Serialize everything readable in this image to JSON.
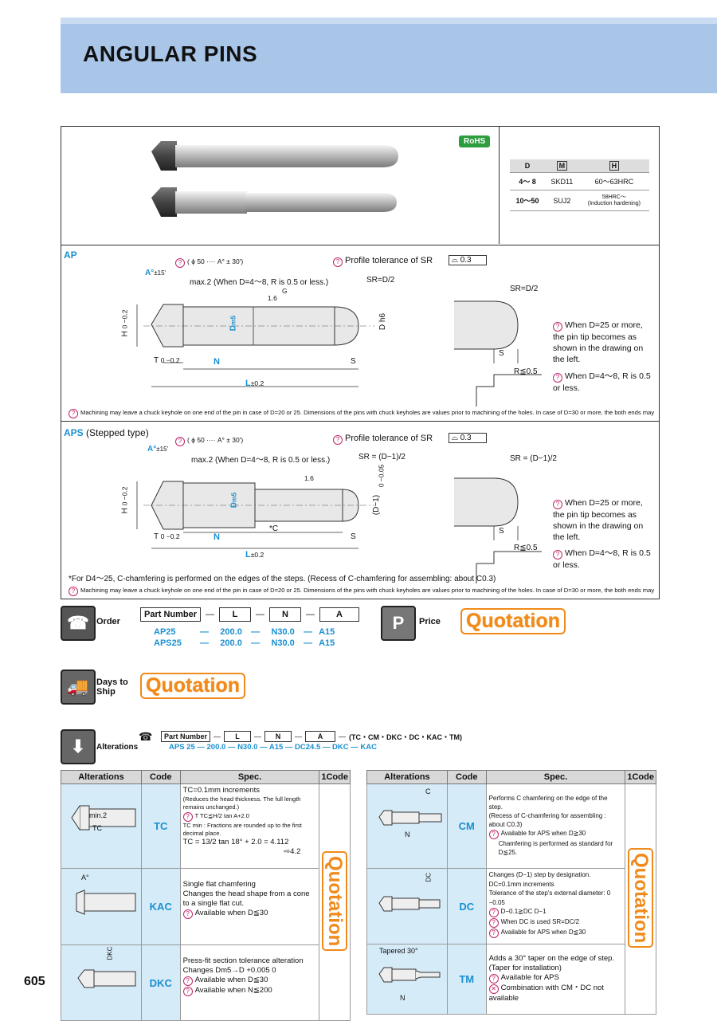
{
  "page": {
    "title": "ANGULAR PINS",
    "page_number": "605"
  },
  "product": {
    "rohs": "RoHS",
    "material_table": {
      "headers": [
        "D",
        "M",
        "H"
      ],
      "rows": [
        [
          "4～ 8",
          "SKD11",
          "60～63HRC"
        ],
        [
          "10～50",
          "SUJ2",
          "58HRC～",
          "(Induction hardening)"
        ]
      ]
    }
  },
  "ap": {
    "label": "AP",
    "angle_note": "( ϕ 50 ···· A° ± 30')",
    "profile_tol": "Profile tolerance of SR",
    "profile_val": "0.3",
    "a_label": "A°",
    "a_tol": "±15'",
    "max_note": "max.2 (When D=4～8, R is 0.5 or less.)",
    "sr": "SR=D/2",
    "sr_detail": "SR=D/2",
    "h_label": "H",
    "h_tol": "0 −0.2",
    "d_label": "D",
    "d_sub": "m5",
    "d6": "D h6",
    "t_label": "T",
    "t_tol": "0 −0.2",
    "n_label": "N",
    "s_label": "S",
    "l_label": "L",
    "l_tol": "±0.2",
    "rough": "1.6",
    "g": "G",
    "note1": "When D=25 or more, the pin tip becomes as shown in the drawing on the left.",
    "r_label": "R≦0.5",
    "note2": "When D=4～8, R is 0.5 or less.",
    "machining": "Machining may leave a chuck keyhole on one end of the pin in case of D=20 or 25. Dimensions of the pins with chuck keyholes are values prior to machining of the holes. In case of D=30 or more, the both ends may have chuck keyholes."
  },
  "aps": {
    "label": "APS",
    "sublabel": "(Stepped type)",
    "angle_note": "( ϕ 50 ···· A° ± 30')",
    "profile_tol": "Profile tolerance of SR",
    "profile_val": "0.3",
    "max_note": "max.2 (When D=4～8, R is 0.5 or less.)",
    "sr": "SR = (D−1)/2",
    "sr_detail": "SR = (D−1)/2",
    "step_dim": "(D−1)",
    "step_tol": "0 −0.05",
    "c_label": "*C",
    "chamfer_note": "*For D4～25, C-chamfering is performed on the edges of the steps. (Recess of C-chamfering for assembling: about C0.3)",
    "note1": "When D=25 or more, the pin tip becomes as shown in the drawing on the left.",
    "r_label": "R≦0.5",
    "note2": "When D=4～8, R is 0.5 or less.",
    "machining": "Machining may leave a chuck keyhole on one end of the pin in case of D=20 or 25. Dimensions of the pins with chuck keyholes are values prior to machining of the holes. In case of D=30 or more, the both ends may have chuck keyholes."
  },
  "order": {
    "label": "Order",
    "fields": [
      "Part Number",
      "L",
      "N",
      "A"
    ],
    "rows": [
      [
        "AP25",
        "200.0",
        "N30.0",
        "A15"
      ],
      [
        "APS25",
        "200.0",
        "N30.0",
        "A15"
      ]
    ],
    "price_label": "Price",
    "price_value": "Quotation",
    "days_label": "Days to Ship",
    "days_value": "Quotation"
  },
  "alterations": {
    "label": "Alterations",
    "fields": [
      "Part Number",
      "L",
      "N",
      "A",
      "(TC・CM・DKC・DC・KAC・TM)"
    ],
    "example": "APS 25 — 200.0 — N30.0 — A15 — DC24.5 — DKC — KAC",
    "headers": [
      "Alterations",
      "Code",
      "Spec.",
      "1Code"
    ],
    "quote": "Quotation",
    "left": [
      {
        "code": "TC",
        "img1": "min.2",
        "img2": "TC",
        "spec": [
          "TC=0.1mm increments",
          "(Reduces the head thickness. The full length remains unchanged.)",
          "T TC≦H/2 tan A+2.0",
          "TC min : Fractions are rounded up to the first decimal place.",
          "TC = 13/2 tan 18° + 2.0 = 4.112",
          "⇨4.2"
        ]
      },
      {
        "code": "KAC",
        "img1": "A°",
        "spec": [
          "Single flat chamfering",
          "Changes the head shape from a cone to a single flat cut.",
          "Available when D≦30"
        ]
      },
      {
        "code": "DKC",
        "img1": "DKC",
        "spec": [
          "Press-fit section tolerance alteration",
          "Changes Dm5→D +0.005 0",
          "Available when D≦30",
          "Available when N≦200"
        ]
      }
    ],
    "right": [
      {
        "code": "CM",
        "img1": "C",
        "img2": "N",
        "spec": [
          "Performs C chamfering on the edge of the step.",
          "(Recess of C-chamfering for assembling : about C0.3)",
          "Available for APS when D≧30",
          "Chamfering is performed as standard for D≦25."
        ]
      },
      {
        "code": "DC",
        "img1": "DC",
        "spec": [
          "Changes (D−1) step by designation.",
          "DC=0.1mm increments",
          "Tolerance of the step's external diameter: 0 −0.05",
          "D−0.1≧DC D−1",
          "When DC is used SR=DC/2",
          "Available for APS when D≦30"
        ]
      },
      {
        "code": "TM",
        "img1": "Tapered 30°",
        "img2": "N",
        "spec": [
          "Adds a 30° taper on the edge of step.",
          "(Taper for installation)",
          "Available for APS",
          "Combination with CM・DC not available"
        ]
      }
    ]
  }
}
